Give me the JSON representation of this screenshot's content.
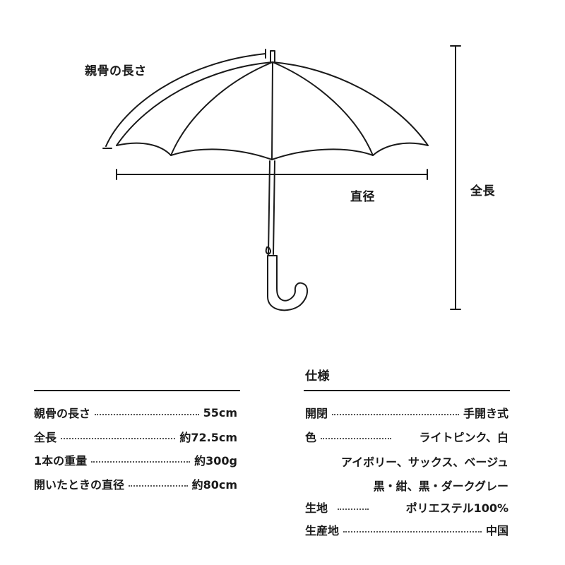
{
  "diagram": {
    "rib_length_label": "親骨の長さ",
    "diameter_label": "直径",
    "total_length_label": "全長"
  },
  "left_specs": [
    {
      "label": "親骨の長さ",
      "value": "55cm"
    },
    {
      "label": "全長",
      "value": "約72.5cm"
    },
    {
      "label": "1本の重量",
      "value": "約300g"
    },
    {
      "label": "開いたときの直径",
      "value": "約80cm"
    }
  ],
  "right_specs": {
    "title": "仕様",
    "rows": [
      {
        "label": "開閉",
        "value": "手開き式"
      },
      {
        "label": "色",
        "value": "ライトピンク、白"
      },
      {
        "label": "生地",
        "value": "ポリエステル100%"
      },
      {
        "label": "生産地",
        "value": "中国"
      }
    ],
    "color_continuation": [
      "アイボリー、サックス、ベージュ",
      "黒・紺、黒・ダークグレー"
    ]
  },
  "colors": {
    "ink": "#1a1a1a",
    "background": "#ffffff"
  }
}
